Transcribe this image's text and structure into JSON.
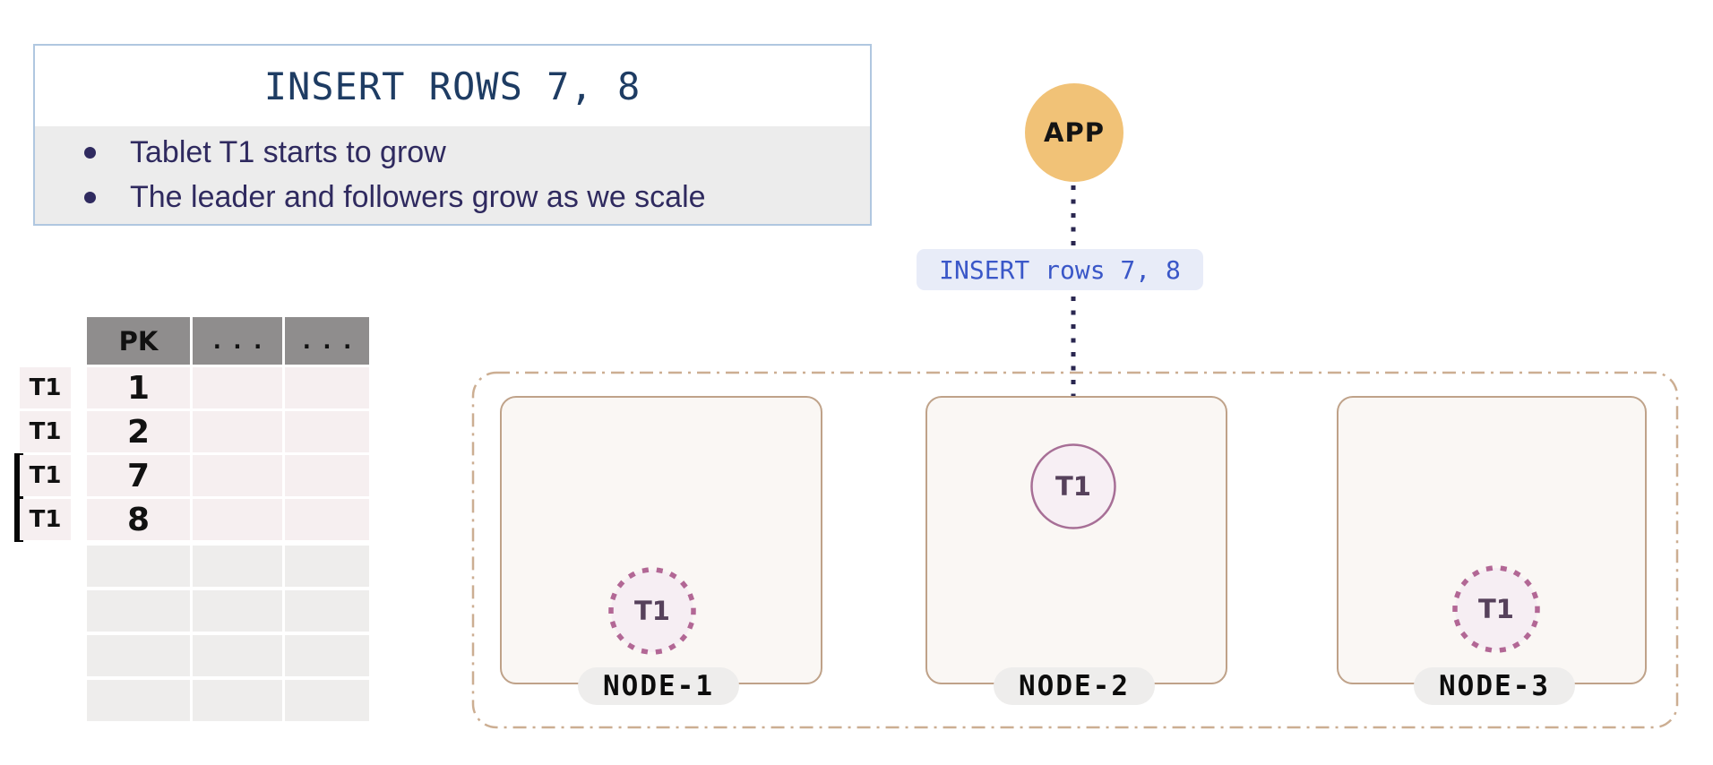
{
  "info_box": {
    "title": "INSERT ROWS 7, 8",
    "bullets": [
      "Tablet T1 starts to grow",
      "The leader and followers grow as we scale"
    ]
  },
  "app_label": "APP",
  "query_label": "INSERT rows 7, 8",
  "table": {
    "headers": [
      "PK",
      "...",
      "..."
    ],
    "rows": [
      {
        "tablet": "T1",
        "pk": "1",
        "inserted": false
      },
      {
        "tablet": "T1",
        "pk": "2",
        "inserted": false
      },
      {
        "tablet": "T1",
        "pk": "7",
        "inserted": true
      },
      {
        "tablet": "T1",
        "pk": "8",
        "inserted": true
      }
    ],
    "empty_row_count": 4
  },
  "cluster": {
    "nodes": [
      {
        "name": "NODE-1",
        "tablet": "T1",
        "tablet_role": "follower"
      },
      {
        "name": "NODE-2",
        "tablet": "T1",
        "tablet_role": "leader"
      },
      {
        "name": "NODE-3",
        "tablet": "T1",
        "tablet_role": "follower"
      }
    ]
  },
  "colors": {
    "app_circle": "#f1c277",
    "info_border": "#b0c7e0",
    "info_title_text": "#1e3c63",
    "bullet_text": "#2f2a5f",
    "bullet_bg": "#ececec",
    "query_bg": "#e8ecf8",
    "query_text": "#3a57c8",
    "arrow": "#2a2750",
    "table_header_bg": "#8f8d8d",
    "table_row_bg": "#f6eff0",
    "table_empty_bg": "#eeedec",
    "insert_marker": "#060606",
    "cluster_border": "#ccae92",
    "node_border": "#bfa289",
    "node_bg": "#faf7f4",
    "node_pill_bg": "#eeedec",
    "tablet_leader_border": "#a76f96",
    "tablet_follower_border": "#b26795",
    "tablet_fill": "#f6eef3",
    "tablet_text": "#56415b"
  }
}
